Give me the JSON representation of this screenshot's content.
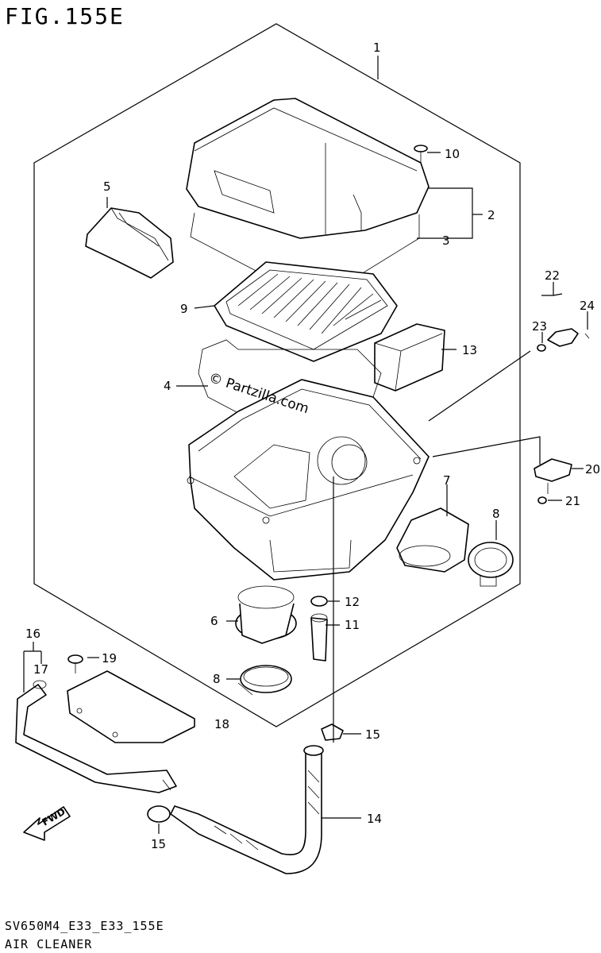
{
  "figure": {
    "title": "FIG.155E",
    "code": "SV650M4_E33_E33_155E",
    "name": "AIR CLEANER",
    "watermark": "© Partzilla.com",
    "fwd_label": "FWD"
  },
  "callouts": [
    {
      "id": "c1",
      "text": "1"
    },
    {
      "id": "c2",
      "text": "2"
    },
    {
      "id": "c3",
      "text": "3"
    },
    {
      "id": "c4",
      "text": "4"
    },
    {
      "id": "c5",
      "text": "5"
    },
    {
      "id": "c6",
      "text": "6"
    },
    {
      "id": "c7",
      "text": "7"
    },
    {
      "id": "c8a",
      "text": "8"
    },
    {
      "id": "c8b",
      "text": "8"
    },
    {
      "id": "c9",
      "text": "9"
    },
    {
      "id": "c10",
      "text": "10"
    },
    {
      "id": "c11",
      "text": "11"
    },
    {
      "id": "c12",
      "text": "12"
    },
    {
      "id": "c13",
      "text": "13"
    },
    {
      "id": "c14",
      "text": "14"
    },
    {
      "id": "c15a",
      "text": "15"
    },
    {
      "id": "c15b",
      "text": "15"
    },
    {
      "id": "c16",
      "text": "16"
    },
    {
      "id": "c17",
      "text": "17"
    },
    {
      "id": "c18",
      "text": "18"
    },
    {
      "id": "c19",
      "text": "19"
    },
    {
      "id": "c20",
      "text": "20"
    },
    {
      "id": "c21",
      "text": "21"
    },
    {
      "id": "c22",
      "text": "22"
    },
    {
      "id": "c23",
      "text": "23"
    },
    {
      "id": "c24",
      "text": "24"
    }
  ]
}
